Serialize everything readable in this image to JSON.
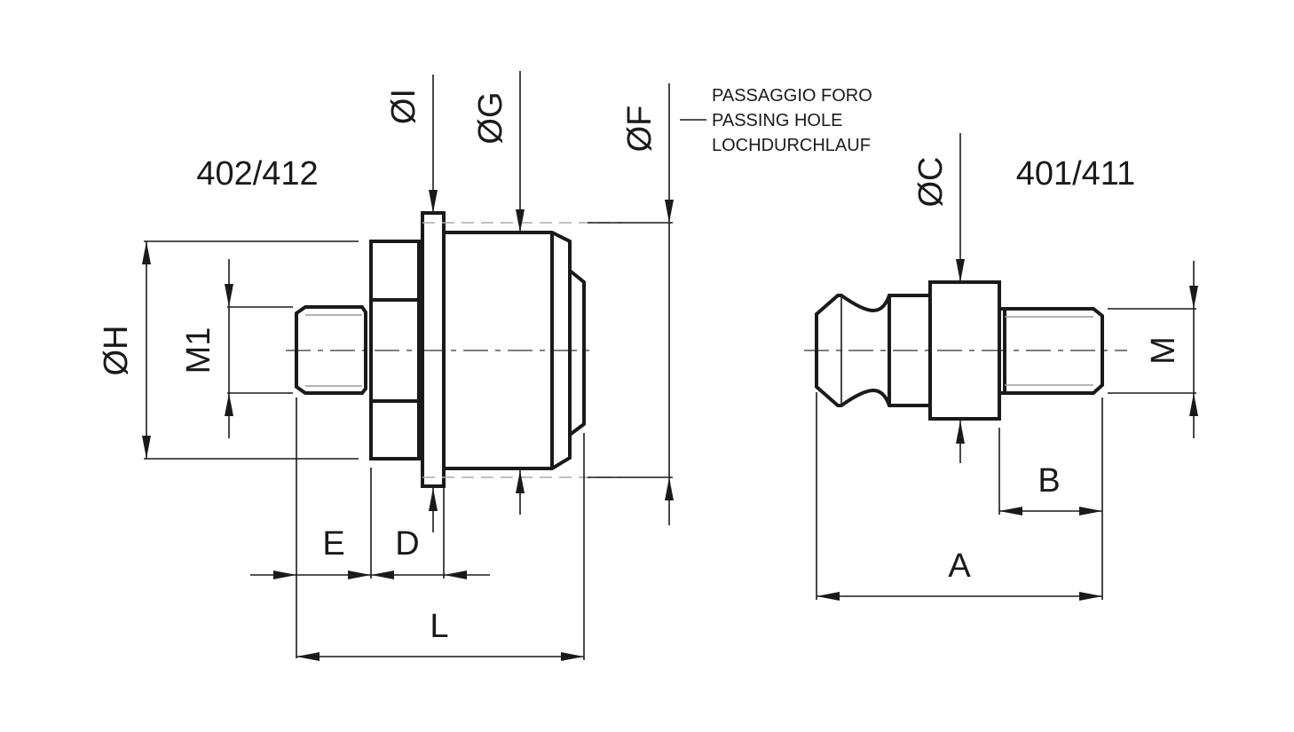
{
  "left_view": {
    "title": "402/412",
    "dims": {
      "I": "ØI",
      "G": "ØG",
      "F": "ØF",
      "H": "ØH",
      "M1": "M1",
      "E": "E",
      "D": "D",
      "L": "L"
    }
  },
  "right_view": {
    "title": "401/411",
    "dims": {
      "C": "ØC",
      "M": "M",
      "B": "B",
      "A": "A"
    }
  },
  "note": {
    "line1": "PASSAGGIO FORO",
    "line2": "PASSING HOLE",
    "line3": "LOCHDURCHLAUF"
  }
}
